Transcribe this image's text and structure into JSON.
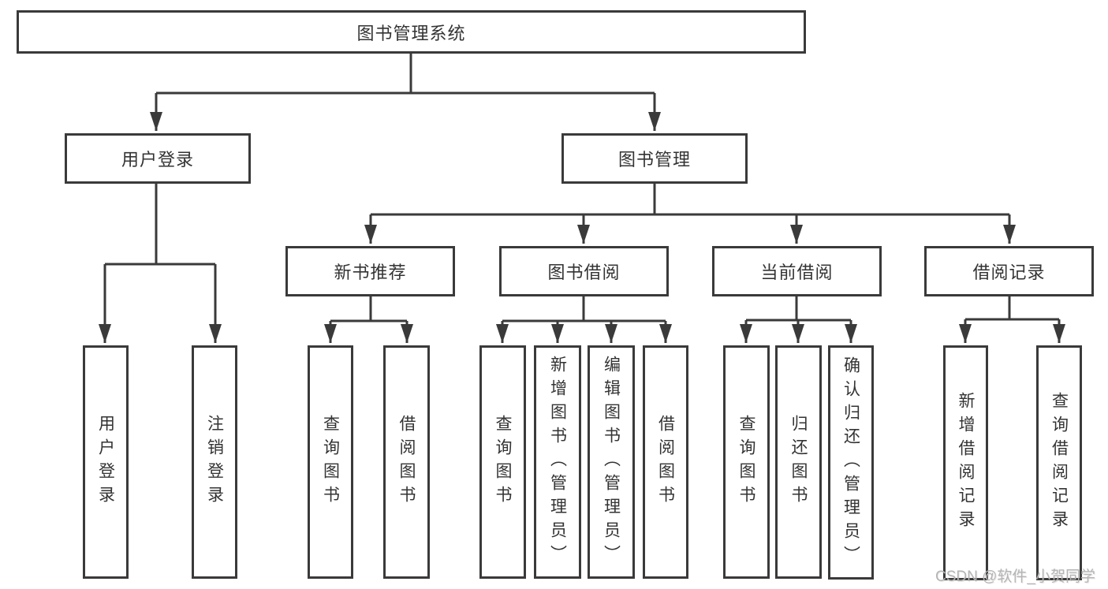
{
  "diagram": {
    "root": {
      "label": "图书管理系统"
    },
    "level2": {
      "user_login": {
        "label": "用户登录"
      },
      "book_management": {
        "label": "图书管理"
      }
    },
    "level3": {
      "new_book_recommend": {
        "label": "新书推荐"
      },
      "book_borrow": {
        "label": "图书借阅"
      },
      "current_borrow": {
        "label": "当前借阅"
      },
      "borrow_records": {
        "label": "借阅记录"
      }
    },
    "leaves": {
      "login": {
        "label": "用户登录"
      },
      "logout": {
        "label": "注销登录"
      },
      "nb_query_books": {
        "label": "查询图书"
      },
      "nb_borrow_books": {
        "label": "借阅图书"
      },
      "bb_query_books": {
        "label": "查询图书"
      },
      "bb_add_books": {
        "label": "新增图书（管理员）"
      },
      "bb_edit_books": {
        "label": "编辑图书（管理员）"
      },
      "bb_borrow_books": {
        "label": "借阅图书"
      },
      "cb_query_books": {
        "label": "查询图书"
      },
      "cb_return_books": {
        "label": "归还图书"
      },
      "cb_confirm_return": {
        "label": "确认归还（管理员）"
      },
      "br_add_record": {
        "label": "新增借阅记录"
      },
      "br_query_record": {
        "label": "查询借阅记录"
      }
    },
    "watermark": "CSDN @软件_小贺同学",
    "colors": {
      "line": "#3a3a3a",
      "border": "#3a3a3a",
      "text": "#333333",
      "watermark": "#b5b5b5"
    }
  }
}
